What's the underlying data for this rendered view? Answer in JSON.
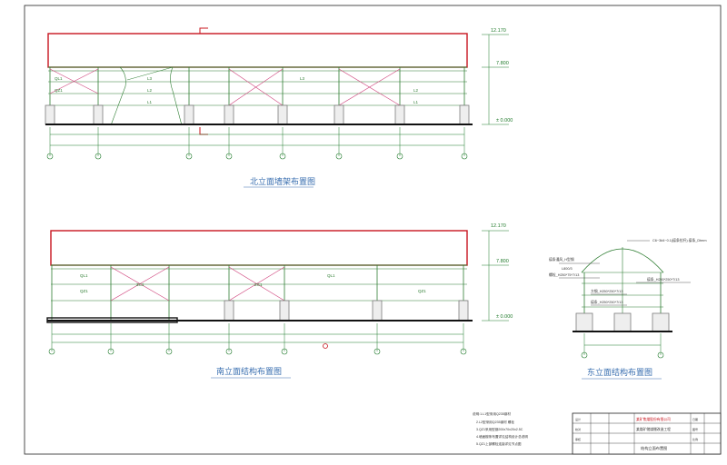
{
  "colors": {
    "roof": "#c8141e",
    "frame": "#2e7d32",
    "bracing": "#d0467e",
    "dims": "#1f7a2a",
    "ground": "#111111",
    "pier": "#7a7a7a",
    "caption": "#3a6fb0",
    "border": "#222222"
  },
  "north": {
    "title": "北立面墙架布置图",
    "elev_top": "12.170",
    "elev_mid": "7.800",
    "elev_base": "± 0.000",
    "marks": [
      "QL1",
      "QZ1",
      "L3",
      "L2",
      "L1"
    ]
  },
  "south": {
    "title": "南立面结构布置图",
    "elev_top": "12.170",
    "elev_mid": "7.800",
    "elev_base": "± 0.000",
    "marks": [
      "QL1",
      "QZ1",
      "ZC1"
    ]
  },
  "east": {
    "title": "东立面结构布置图",
    "callouts": [
      "C6~3#4~0.1(檩条拉杆)  檩条_Dtmm",
      "檩条通风_H型钢",
      "L800/3",
      "螺栓_H250*75*7/13",
      "檩条_H250*250*7/13",
      "方钢_H250*250*7/13"
    ]
  },
  "notes": {
    "lines": [
      "说明:1.L1型采用Q235钢材",
      "2.L2型采用Q235钢材 螺栓",
      "3.QZ1采用型钢200x70x20x2.5C",
      "4.墙面檩条布置详见结构设计总说明",
      "5.QZ1上部螺栓连接详见节点图"
    ]
  },
  "title_block": {
    "company": "某矿焦煤股份有限公司",
    "project": "某煤矿储煤棚改造工程",
    "drawing": "结构立面布置图",
    "small": [
      "设计",
      "校对",
      "审核",
      "日期",
      "图号",
      "比例"
    ]
  }
}
